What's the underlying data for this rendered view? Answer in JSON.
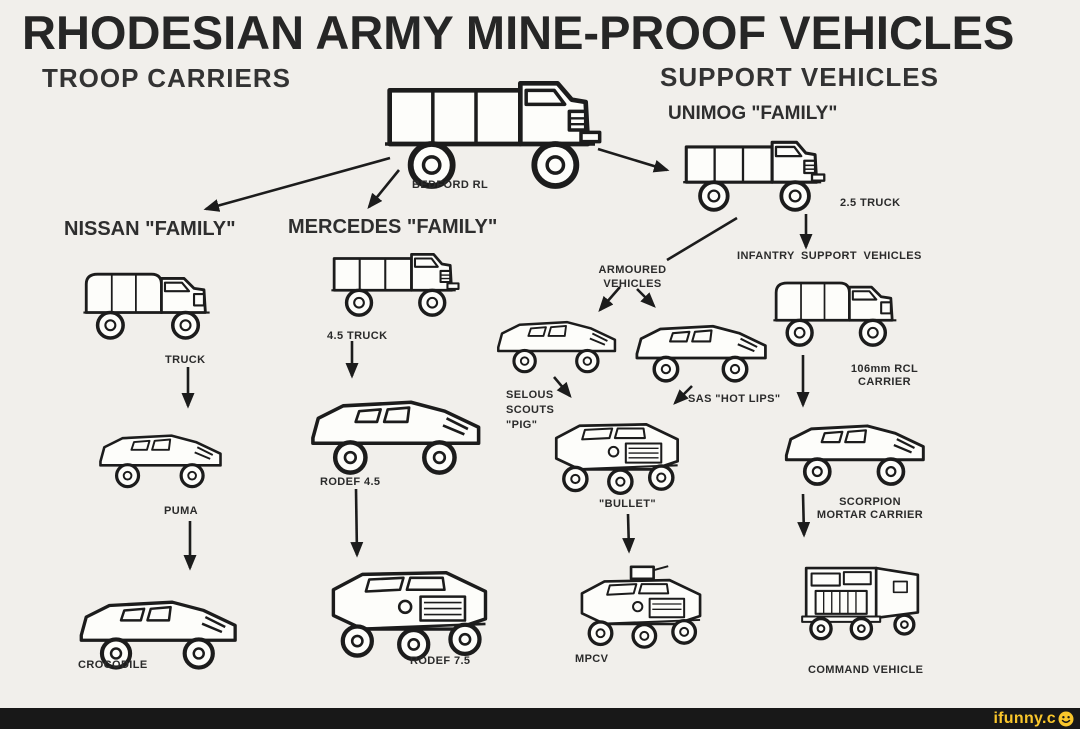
{
  "diagram": {
    "title": "RHODESIAN ARMY MINE-PROOF VEHICLES",
    "sections": {
      "left": "TROOP CARRIERS",
      "right": "SUPPORT VEHICLES"
    },
    "families": {
      "unimog": "UNIMOG \"FAMILY\"",
      "nissan": "NISSAN \"FAMILY\"",
      "mercedes": "MERCEDES \"FAMILY\""
    },
    "group_labels": {
      "armoured_1": "ARMOURED",
      "armoured_2": "VEHICLES",
      "infantry": "INFANTRY SUPPORT VEHICLES"
    },
    "vehicle_labels": {
      "bedford_rl": "BEDFORD RL",
      "truck_25": "2.5 TRUCK",
      "nissan_truck": "TRUCK",
      "mercedes_truck": "4.5 TRUCK",
      "selous_1": "SELOUS",
      "selous_2": "SCOUTS",
      "selous_3": "\"PIG\"",
      "sas_hot_lips": "SAS \"HOT LIPS\"",
      "rcl_1": "106mm RCL",
      "rcl_2": "CARRIER",
      "puma": "PUMA",
      "rodef_45": "RODEF 4.5",
      "bullet": "\"BULLET\"",
      "scorpion_1": "SCORPION",
      "scorpion_2": "MORTAR CARRIER",
      "crocodile": "CROCODILE",
      "rodef_75": "RODEF 7.5",
      "mpcv": "MPCV",
      "command_vehicle": "COMMAND VEHICLE"
    },
    "connections": [
      [
        "BEDFORD RL",
        "NISSAN \"FAMILY\""
      ],
      [
        "BEDFORD RL",
        "MERCEDES \"FAMILY\""
      ],
      [
        "BEDFORD RL",
        "UNIMOG \"FAMILY\""
      ],
      [
        "2.5 TRUCK",
        "ARMOURED VEHICLES"
      ],
      [
        "2.5 TRUCK",
        "INFANTRY SUPPORT VEHICLES"
      ],
      [
        "ARMOURED VEHICLES",
        "SELOUS SCOUTS \"PIG\""
      ],
      [
        "ARMOURED VEHICLES",
        "SAS \"HOT LIPS\""
      ],
      [
        "SELOUS SCOUTS \"PIG\"",
        "\"BULLET\""
      ],
      [
        "SAS \"HOT LIPS\"",
        "\"BULLET\""
      ],
      [
        "\"BULLET\"",
        "MPCV"
      ],
      [
        "TRUCK",
        "PUMA"
      ],
      [
        "PUMA",
        "CROCODILE"
      ],
      [
        "4.5 TRUCK",
        "RODEF 4.5"
      ],
      [
        "RODEF 4.5",
        "RODEF 7.5"
      ],
      [
        "106mm RCL CARRIER",
        "SCORPION MORTAR CARRIER"
      ],
      [
        "SCORPION MORTAR CARRIER",
        "COMMAND VEHICLE"
      ]
    ],
    "colors": {
      "background": "#f1efeb",
      "ink": "#1c1c1c",
      "watermark_bar": "#181818",
      "watermark_text": "#f9c62b"
    }
  },
  "watermark": {
    "label": "ifunny.c"
  }
}
